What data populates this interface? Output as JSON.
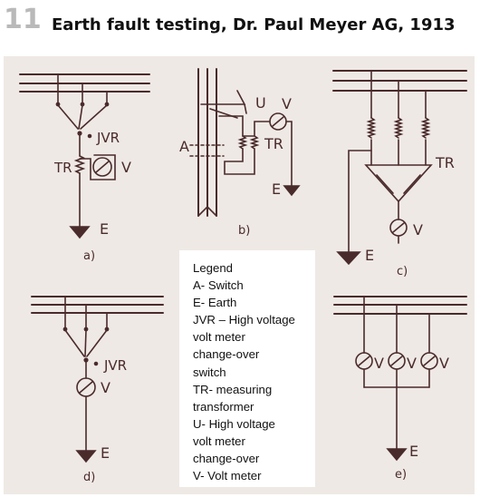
{
  "header": {
    "number": "11",
    "title": "Earth fault testing, Dr. Paul Meyer AG, 1913"
  },
  "diagram_labels": {
    "a": {
      "jvr": "JVR",
      "tr": "TR",
      "v": "V",
      "e": "E",
      "caption": "a)"
    },
    "b": {
      "a": "A",
      "u": "U",
      "v": "V",
      "tr": "TR",
      "e": "E",
      "caption": "b)"
    },
    "c": {
      "tr": "TR",
      "v": "V",
      "e": "E",
      "caption": "c)"
    },
    "d": {
      "jvr": "JVR",
      "v": "V",
      "e": "E",
      "caption": "d)"
    },
    "e": {
      "v1": "V",
      "v2": "V",
      "v3": "V",
      "e": "E",
      "caption": "e)"
    }
  },
  "legend": {
    "lines": [
      "Legend",
      "A- Switch",
      "E- Earth",
      "JVR – High voltage",
      "volt meter",
      "change-over",
      "switch",
      "TR- measuring",
      "transformer",
      "U- High voltage",
      "volt meter",
      "change-over",
      "V- Volt meter"
    ]
  },
  "colors": {
    "plate": "#efe9e5",
    "ink": "#4a2b2b",
    "number": "#b9b9b9"
  }
}
